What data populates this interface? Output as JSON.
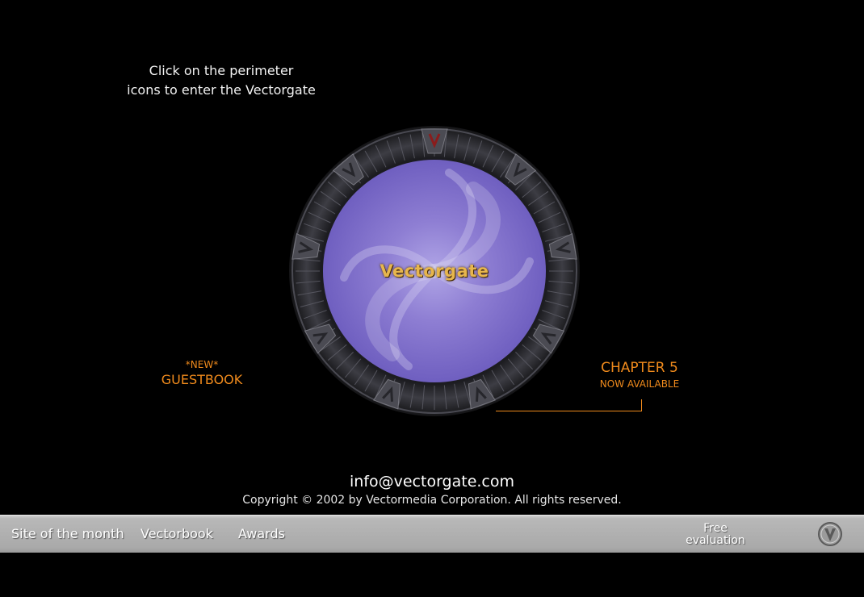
{
  "instructions": {
    "line1": "Click on the perimeter",
    "line2": "icons to enter the Vectorgate"
  },
  "gate": {
    "title": "Vectorgate",
    "portal_color": "#8e7ed3",
    "ring_color": "#2a2a2e",
    "chevron_accent": "#8a1c1c"
  },
  "guestbook": {
    "new_label": "*NEW*",
    "label": "GUESTBOOK"
  },
  "chapter": {
    "title": "CHAPTER 5",
    "subtitle": "NOW AVAILABLE"
  },
  "footer": {
    "email": "info@vectorgate.com",
    "copyright": "Copyright © 2002 by Vectormedia Corporation. All rights reserved."
  },
  "navbar": {
    "items": [
      "Site of the month",
      "Vectorbook",
      "Awards"
    ],
    "free_line1": "Free",
    "free_line2": "evaluation",
    "logo_icon": "vectorgate-logo-icon"
  },
  "colors": {
    "accent_orange": "#ef8a1c",
    "background": "#000000",
    "navbar": "#a9a9a9"
  }
}
